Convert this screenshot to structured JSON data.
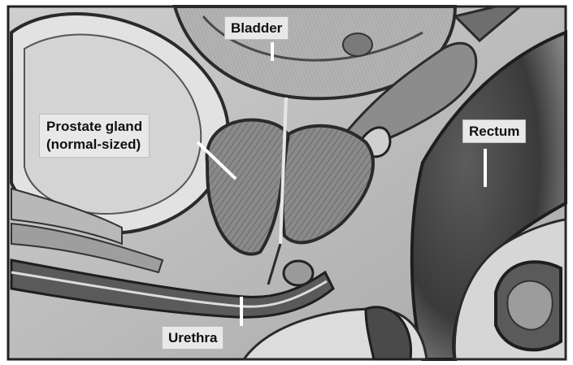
{
  "labels": {
    "bladder": "Bladder",
    "prostate_line1": "Prostate gland",
    "prostate_line2": "(normal-sized)",
    "rectum": "Rectum",
    "urethra": "Urethra"
  },
  "colors": {
    "tissue_dark": "#2a2a2a",
    "tissue_mid": "#7a7a7a",
    "tissue_light": "#c9c9c9",
    "label_background": "#e8e8e8",
    "label_text": "#111111",
    "leader_line": "#ffffff"
  }
}
